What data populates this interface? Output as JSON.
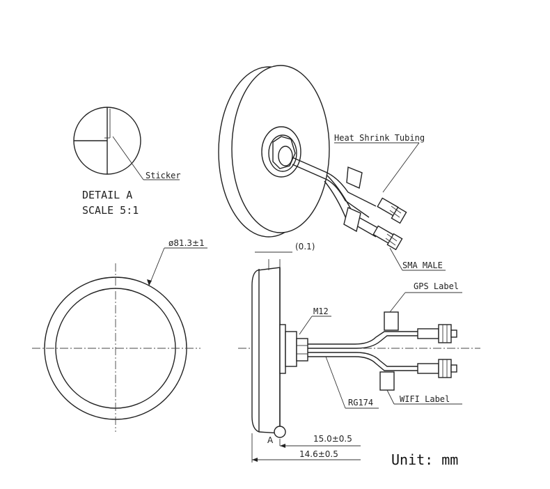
{
  "labels": {
    "heat_shrink": "Heat Shrink Tubing",
    "sticker": "Sticker",
    "detail_title": "DETAIL A",
    "detail_scale": "SCALE 5:1",
    "diameter": "ø81.3±1",
    "gap": "(0.1)",
    "sma_male": "SMA MALE",
    "gps_label": "GPS Label",
    "thread": "M12",
    "cable": "RG174",
    "wifi_label": "WIFI Label",
    "detail_ref": "A",
    "dim_15": "15.0±0.5",
    "dim_14": "14.6±0.5",
    "unit": "Unit: mm"
  }
}
